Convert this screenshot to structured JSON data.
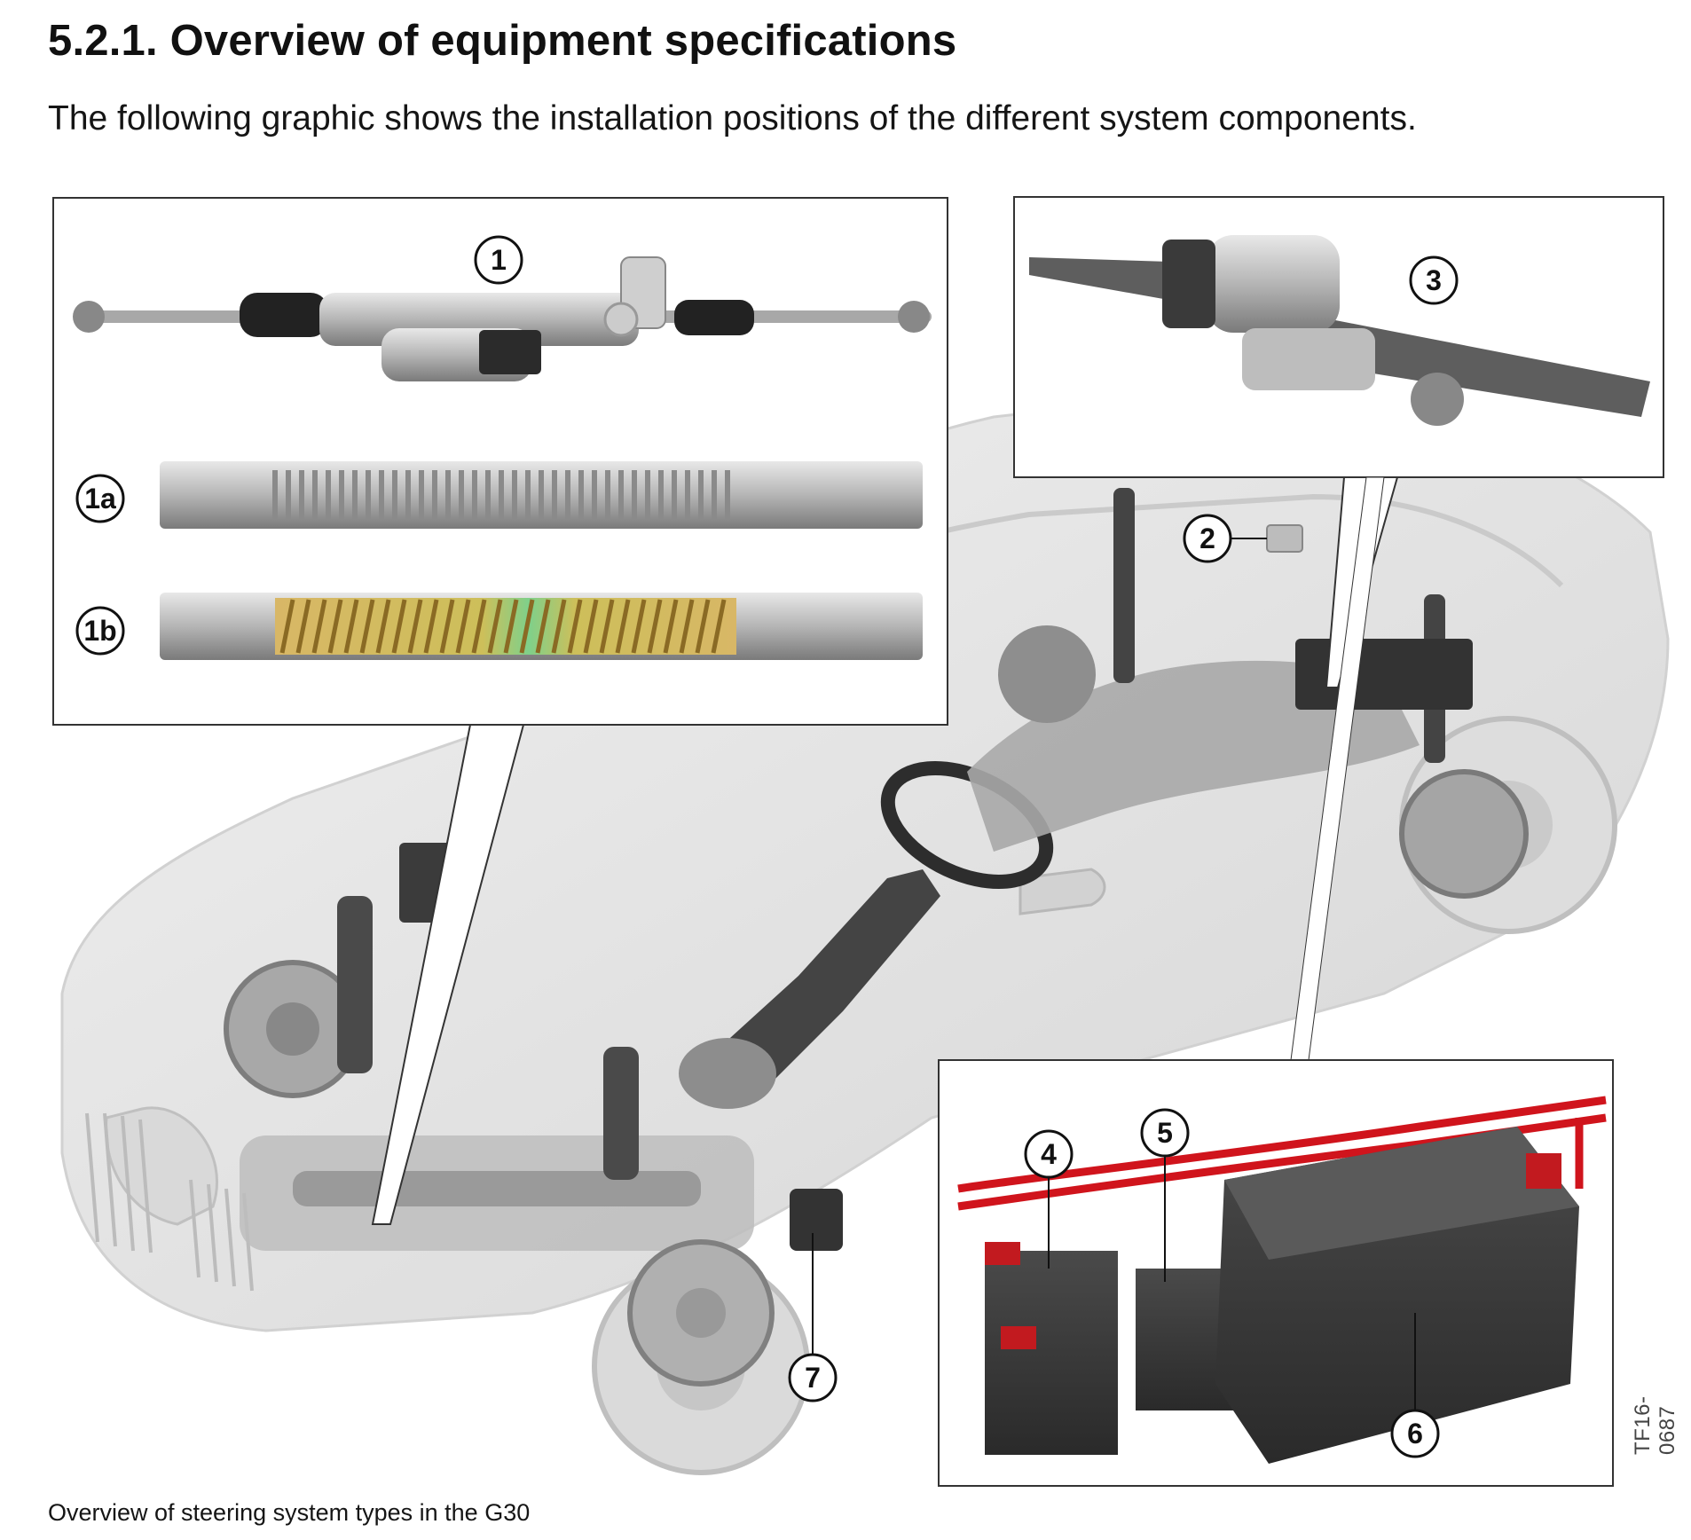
{
  "heading": "5.2.1. Overview of equipment specifications",
  "intro": "The following graphic shows the installation positions of the different system components.",
  "caption": "Overview of steering system types in the G30",
  "doc_id": "TF16-0687",
  "callouts": {
    "c1": "1",
    "c1a": "1a",
    "c1b": "1b",
    "c2": "2",
    "c3": "3",
    "c4": "4",
    "c5": "5",
    "c6": "6",
    "c7": "7"
  },
  "colors": {
    "frame": "#333333",
    "rack_grey": "#b8b8b8",
    "rack_gold": "#d9b868",
    "cable_red": "#d0141c",
    "battery": "#3a3a3a",
    "car_ghost": "#e4e4e4"
  },
  "icons": [
    "steering-rack",
    "rack-profile-1a",
    "rack-profile-1b",
    "control-unit",
    "rear-axle-steering-actuator",
    "battery",
    "car-body"
  ]
}
